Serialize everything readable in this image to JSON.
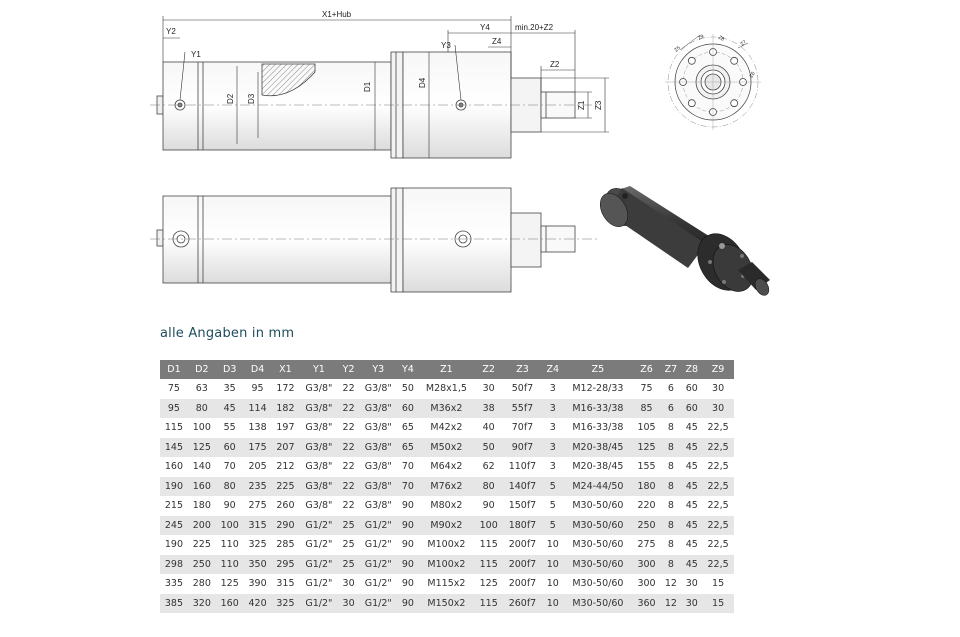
{
  "drawing": {
    "labels": {
      "x1_hub": "X1+Hub",
      "y2": "Y2",
      "y1": "Y1",
      "y4": "Y4",
      "min_z2": "min.20+Z2",
      "y3": "Y3",
      "z4": "Z4",
      "z2": "Z2",
      "d1": "D1",
      "d2": "D2",
      "d3": "D3",
      "d4": "D4",
      "z1": "Z1",
      "z3": "Z3"
    },
    "flange_labels": {
      "z7": "Z7",
      "z8": "Z8",
      "z9": "Z9",
      "z6": "Z6",
      "z5": "Z5"
    }
  },
  "subtitle": "alle Angaben in mm",
  "table": {
    "headers": [
      "D1",
      "D2",
      "D3",
      "D4",
      "X1",
      "Y1",
      "Y2",
      "Y3",
      "Y4",
      "Z1",
      "Z2",
      "Z3",
      "Z4",
      "Z5",
      "Z6",
      "Z7",
      "Z8",
      "Z9"
    ],
    "rows": [
      [
        "75",
        "63",
        "35",
        "95",
        "172",
        "G3/8\"",
        "22",
        "G3/8\"",
        "50",
        "M28x1,5",
        "30",
        "50f7",
        "3",
        "M12-28/33",
        "75",
        "6",
        "60",
        "30"
      ],
      [
        "95",
        "80",
        "45",
        "114",
        "182",
        "G3/8\"",
        "22",
        "G3/8\"",
        "60",
        "M36x2",
        "38",
        "55f7",
        "3",
        "M16-33/38",
        "85",
        "6",
        "60",
        "30"
      ],
      [
        "115",
        "100",
        "55",
        "138",
        "197",
        "G3/8\"",
        "22",
        "G3/8\"",
        "65",
        "M42x2",
        "40",
        "70f7",
        "3",
        "M16-33/38",
        "105",
        "8",
        "45",
        "22,5"
      ],
      [
        "145",
        "125",
        "60",
        "175",
        "207",
        "G3/8\"",
        "22",
        "G3/8\"",
        "65",
        "M50x2",
        "50",
        "90f7",
        "3",
        "M20-38/45",
        "125",
        "8",
        "45",
        "22,5"
      ],
      [
        "160",
        "140",
        "70",
        "205",
        "212",
        "G3/8\"",
        "22",
        "G3/8\"",
        "70",
        "M64x2",
        "62",
        "110f7",
        "3",
        "M20-38/45",
        "155",
        "8",
        "45",
        "22,5"
      ],
      [
        "190",
        "160",
        "80",
        "235",
        "225",
        "G3/8\"",
        "22",
        "G3/8\"",
        "70",
        "M76x2",
        "80",
        "140f7",
        "5",
        "M24-44/50",
        "180",
        "8",
        "45",
        "22,5"
      ],
      [
        "215",
        "180",
        "90",
        "275",
        "260",
        "G3/8\"",
        "22",
        "G3/8\"",
        "90",
        "M80x2",
        "90",
        "150f7",
        "5",
        "M30-50/60",
        "220",
        "8",
        "45",
        "22,5"
      ],
      [
        "245",
        "200",
        "100",
        "315",
        "290",
        "G1/2\"",
        "25",
        "G1/2\"",
        "90",
        "M90x2",
        "100",
        "180f7",
        "5",
        "M30-50/60",
        "250",
        "8",
        "45",
        "22,5"
      ],
      [
        "190",
        "225",
        "110",
        "325",
        "285",
        "G1/2\"",
        "25",
        "G1/2\"",
        "90",
        "M100x2",
        "115",
        "200f7",
        "10",
        "M30-50/60",
        "275",
        "8",
        "45",
        "22,5"
      ],
      [
        "298",
        "250",
        "110",
        "350",
        "295",
        "G1/2\"",
        "25",
        "G1/2\"",
        "90",
        "M100x2",
        "115",
        "200f7",
        "10",
        "M30-50/60",
        "300",
        "8",
        "45",
        "22,5"
      ],
      [
        "335",
        "280",
        "125",
        "390",
        "315",
        "G1/2\"",
        "30",
        "G1/2\"",
        "90",
        "M115x2",
        "125",
        "200f7",
        "10",
        "M30-50/60",
        "300",
        "12",
        "30",
        "15"
      ],
      [
        "385",
        "320",
        "160",
        "420",
        "325",
        "G1/2\"",
        "30",
        "G1/2\"",
        "90",
        "M150x2",
        "115",
        "260f7",
        "10",
        "M30-50/60",
        "360",
        "12",
        "30",
        "15"
      ]
    ]
  }
}
